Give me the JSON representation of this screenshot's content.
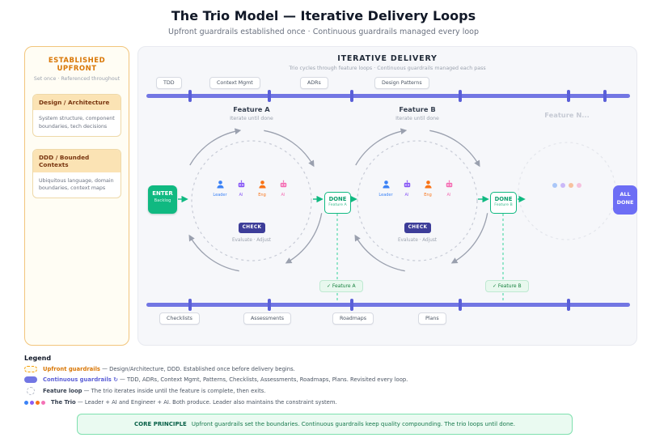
{
  "header": {
    "title": "The Trio Model — Iterative Delivery Loops",
    "subtitle": "Upfront guardrails established once · Continuous guardrails managed every loop"
  },
  "upfront": {
    "title": "ESTABLISHED UPFRONT",
    "subtitle": "Set once · Referenced throughout",
    "cards": [
      {
        "title": "Design / Architecture",
        "body": "System structure, component boundaries, tech decisions"
      },
      {
        "title": "DDD / Bounded Contexts",
        "body": "Ubiquitous language, domain boundaries, context maps"
      }
    ]
  },
  "delivery": {
    "title": "ITERATIVE DELIVERY",
    "subtitle": "Trio cycles through feature loops · Continuous guardrails managed each pass",
    "top_pills": [
      "TDD",
      "Context Mgmt",
      "ADRs",
      "Design Patterns"
    ],
    "bottom_pills": [
      "Checklists",
      "Assessments",
      "Roadmaps",
      "Plans"
    ],
    "feature_a": {
      "name": "Feature A",
      "sub": "Iterate until done"
    },
    "feature_b": {
      "name": "Feature B",
      "sub": "Iterate until done"
    },
    "feature_n": "Feature N...",
    "enter": {
      "label": "ENTER",
      "sub": "Backlog"
    },
    "done_a": {
      "label": "DONE",
      "sub": "Feature A"
    },
    "done_b": {
      "label": "DONE",
      "sub": "Feature B"
    },
    "all_done_line1": "ALL",
    "all_done_line2": "DONE",
    "check_label": "CHECK",
    "evaluate_label": "Evaluate · Adjust",
    "complete_a": "✓ Feature A",
    "complete_b": "✓ Feature B",
    "trio": [
      {
        "label": "Leader",
        "color": "#3b82f6"
      },
      {
        "label": "AI",
        "color": "#8b5cf6"
      },
      {
        "label": "Eng",
        "color": "#f97316"
      },
      {
        "label": "AI",
        "color": "#f472b6"
      }
    ],
    "colors": {
      "guardrail_line": "#7276e3",
      "tick": "#5a5fd8",
      "enter_green": "#10b981",
      "check_indigo": "#3d3d99",
      "all_done_purple": "#6d6ef5"
    }
  },
  "legend": {
    "title": "Legend",
    "items": [
      {
        "lead": "Upfront guardrails",
        "rest": " — Design/Architecture, DDD. Established once before delivery begins."
      },
      {
        "lead": "Continuous guardrails ↻",
        "rest": " — TDD, ADRs, Context Mgmt, Patterns, Checklists, Assessments, Roadmaps, Plans. Revisited every loop."
      },
      {
        "lead": "Feature loop",
        "rest": " — The trio iterates inside until the feature is complete, then exits."
      },
      {
        "lead": "The Trio",
        "rest": " — Leader + AI and Engineer + AI. Both produce. Leader also maintains the constraint system."
      }
    ]
  },
  "core": {
    "label": "CORE PRINCIPLE",
    "text": "Upfront guardrails set the boundaries. Continuous guardrails keep quality compounding. The trio loops until done."
  }
}
